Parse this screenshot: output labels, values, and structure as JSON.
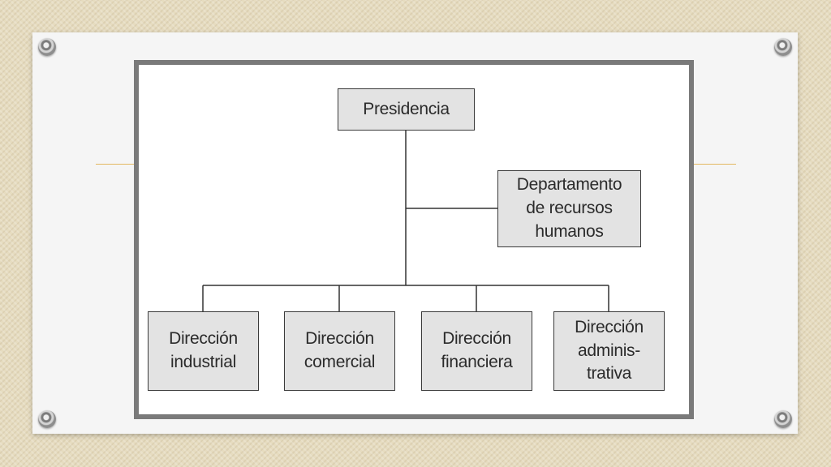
{
  "org_chart": {
    "top": {
      "label": "Presidencia"
    },
    "staff": {
      "label": "Departamento\nde recursos\nhumanos"
    },
    "divisions": [
      {
        "label": "Dirección\nindustrial"
      },
      {
        "label": "Dirección\ncomercial"
      },
      {
        "label": "Dirección\nfinanciera"
      },
      {
        "label": "Dirección\nadminis-\ntrativa"
      }
    ]
  },
  "colors": {
    "box_fill": "#e3e3e3",
    "frame": "#7a7a7a",
    "accent_line": "#e2b861",
    "connector": "#333333"
  }
}
